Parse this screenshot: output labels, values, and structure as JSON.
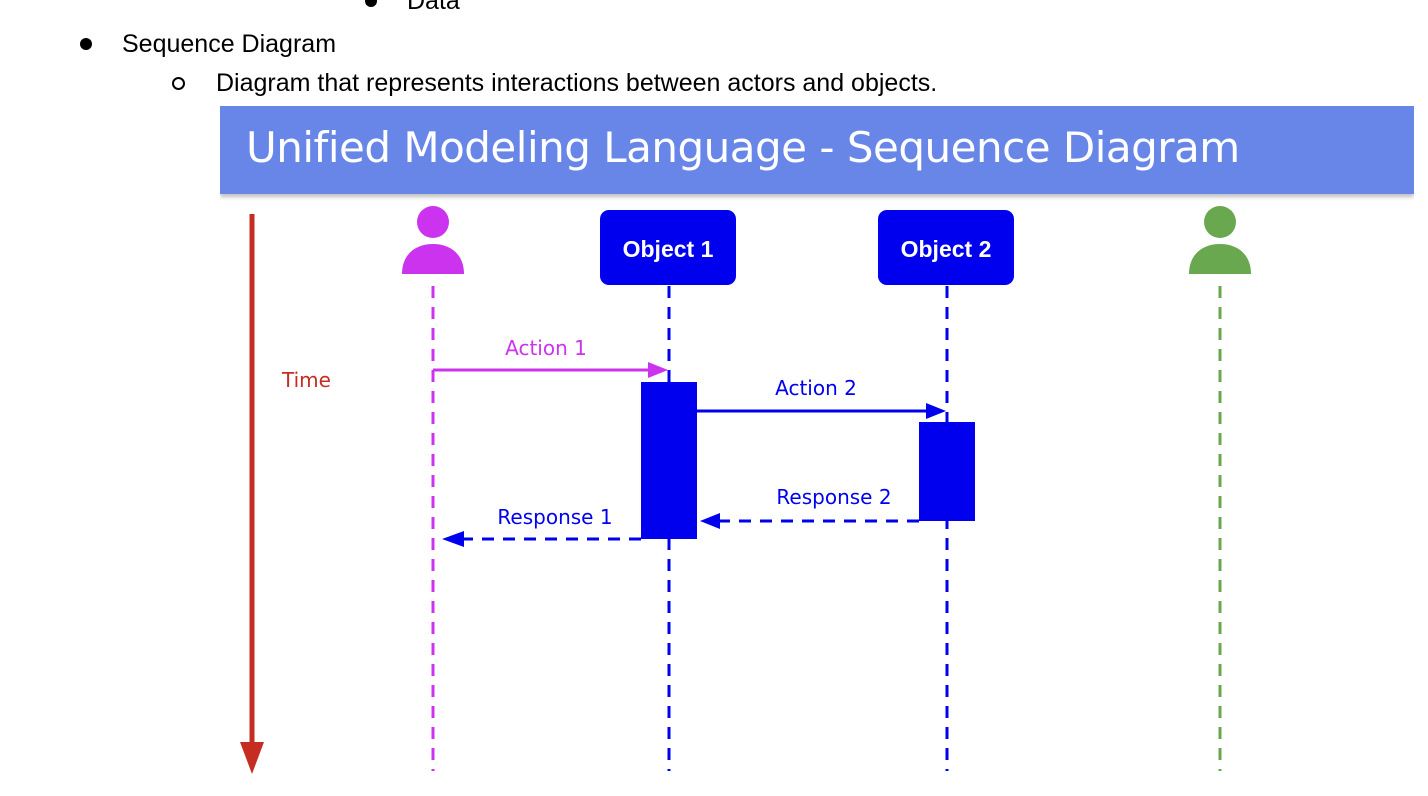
{
  "list": {
    "partial_item": "Data",
    "item": "Sequence Diagram",
    "subitem": "Diagram that represents interactions between actors and objects."
  },
  "figure": {
    "title": "Unified Modeling Language - Sequence Diagram",
    "time_label": "Time",
    "objects": [
      {
        "label": "Object 1"
      },
      {
        "label": "Object 2"
      }
    ],
    "messages": [
      {
        "label": "Action 1",
        "style": "solid",
        "from": "actor-1",
        "to": "object-1"
      },
      {
        "label": "Action 2",
        "style": "solid",
        "from": "object-1",
        "to": "object-2"
      },
      {
        "label": "Response  2",
        "style": "dashed",
        "from": "object-2",
        "to": "object-1"
      },
      {
        "label": "Response  1",
        "style": "dashed",
        "from": "object-1",
        "to": "actor-1"
      }
    ],
    "colors": {
      "header": "#6885e8",
      "time_arrow": "#c62d22",
      "actor_1": "#cc33ee",
      "object": "#0000ee",
      "actor_2": "#6aa84f"
    },
    "icons": {
      "actor_1": "person-icon",
      "actor_2": "person-icon"
    }
  }
}
